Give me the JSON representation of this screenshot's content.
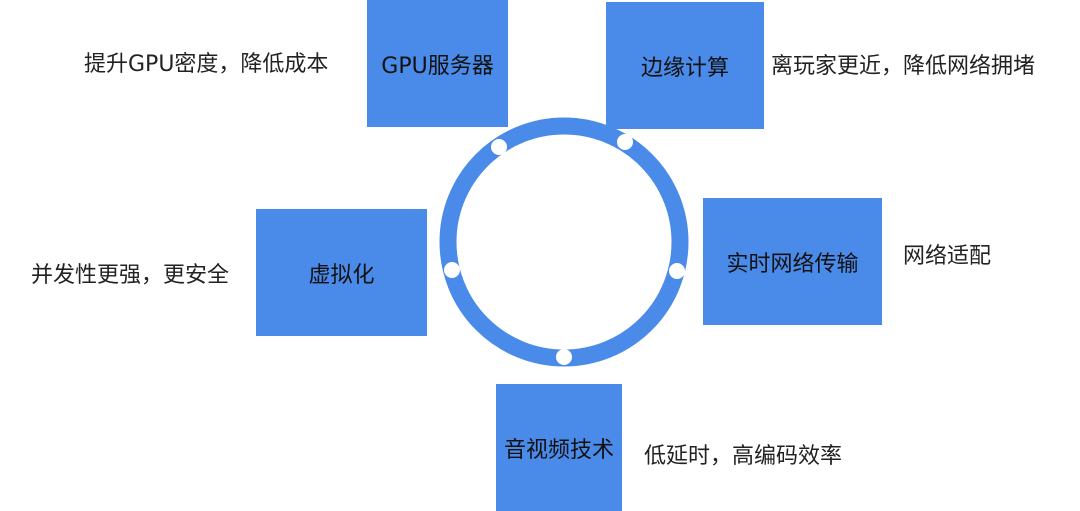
{
  "diagram": {
    "colors": {
      "box_fill": "#4a8ae8",
      "ring": "#4a8ae8",
      "node": "#ffffff",
      "text": "#111111"
    },
    "items": [
      {
        "id": "gpu",
        "label": "GPU服务器",
        "desc": "提升GPU密度，降低成本"
      },
      {
        "id": "edge",
        "label": "边缘计算",
        "desc": "离玩家更近，降低网络拥堵"
      },
      {
        "id": "virt",
        "label": "虚拟化",
        "desc": "并发性更强，更安全"
      },
      {
        "id": "net",
        "label": "实时网络传输",
        "desc": "网络适配"
      },
      {
        "id": "av",
        "label": "音视频技术",
        "desc": "低延时，高编码效率"
      }
    ]
  }
}
